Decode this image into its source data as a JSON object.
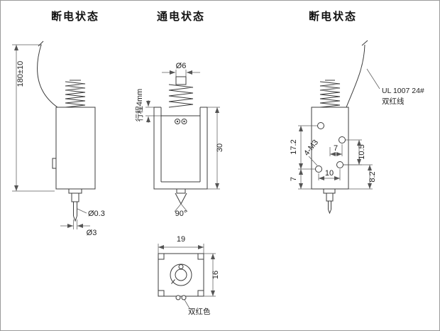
{
  "titles": {
    "left": "断电状态",
    "middle": "通电状态",
    "right": "断电状态"
  },
  "left_view": {
    "dim_total_height": "180±10",
    "dim_tip_diameter": "Ø0.3",
    "dim_pin_diameter": "Ø3"
  },
  "middle_view": {
    "dim_top_diameter": "Ø6",
    "stroke_label": "行程4mm",
    "dim_body_height": "30",
    "dim_cone_angle": "90°"
  },
  "bottom_view": {
    "dim_width": "19",
    "dim_height": "16",
    "wire_label": "双红色"
  },
  "right_view": {
    "dim_hole_span_vertical": "17.2",
    "dim_hole_to_bottom": "7",
    "thread_label": "4-M3",
    "dim_center_to_hole": "7",
    "dim_hole_span_horizontal": "10",
    "dim_right_upper": "10.5",
    "dim_right_lower": "8.2",
    "wire_spec_line1": "UL 1007 24#",
    "wire_spec_line2": "双红线"
  },
  "colors": {
    "line": "#3c3c3c",
    "dim_line": "#5e5e5e",
    "background": "#ffffff"
  }
}
